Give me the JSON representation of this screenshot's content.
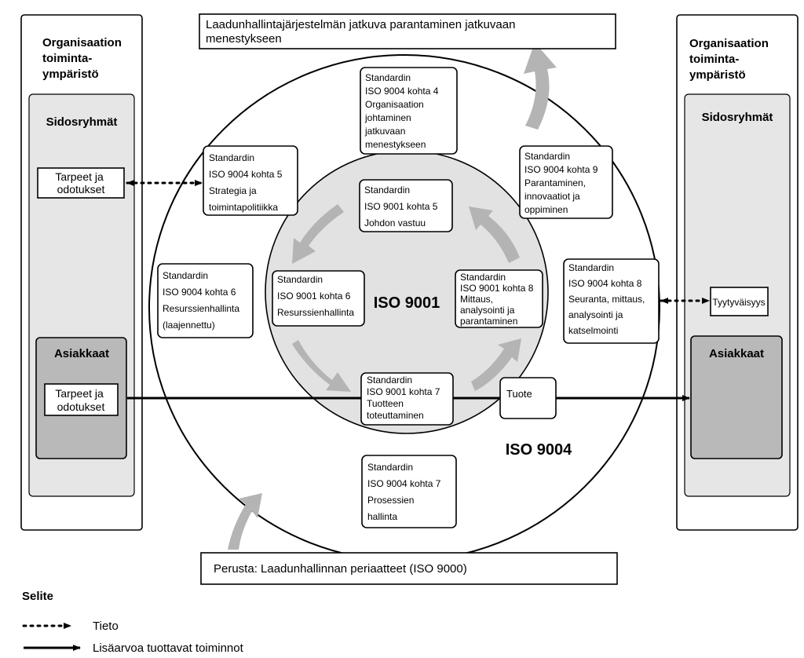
{
  "top_banner": [
    "Laadunhallintajärjestelmän jatkuva parantaminen jatkuvaan",
    "menestykseen"
  ],
  "bottom_banner": "Perusta: Laadunhallinnan periaatteet (ISO 9000)",
  "left_panel": {
    "title": [
      "Organisaation",
      "toiminta-",
      "ympäristö"
    ],
    "stakeholders": "Sidosryhmät",
    "needs": [
      "Tarpeet ja",
      "odotukset"
    ],
    "customers": "Asiakkaat",
    "customer_needs": [
      "Tarpeet ja",
      "odotukset"
    ]
  },
  "right_panel": {
    "title": [
      "Organisaation",
      "toiminta-",
      "ympäristö"
    ],
    "stakeholders": "Sidosryhmät",
    "satisfaction": "Tyytyväisyys",
    "customers": "Asiakkaat"
  },
  "iso9004_boxes": {
    "k4": [
      "Standardin",
      "ISO 9004 kohta 4",
      "Organisaation",
      "johtaminen",
      "jatkuvaan",
      "menestykseen"
    ],
    "k5": [
      "Standardin",
      "ISO 9004 kohta 5",
      "Strategia ja",
      "toimintapolitiikka"
    ],
    "k6": [
      "Standardin",
      "ISO 9004 kohta 6",
      "Resurssienhallinta",
      "(laajennettu)"
    ],
    "k7": [
      "Standardin",
      "ISO 9004 kohta 7",
      "Prosessien",
      "hallinta"
    ],
    "k8": [
      "Standardin",
      "ISO 9004 kohta 8",
      "Seuranta, mittaus,",
      "analysointi ja",
      "katselmointi"
    ],
    "k9": [
      "Standardin",
      "ISO 9004 kohta 9",
      "Parantaminen,",
      "innovaatiot ja",
      "oppiminen"
    ]
  },
  "iso9001_boxes": {
    "k5": [
      "Standardin",
      "ISO 9001 kohta 5",
      "Johdon vastuu"
    ],
    "k6": [
      "Standardin",
      "ISO 9001 kohta 6",
      "Resurssienhallinta"
    ],
    "k7": [
      "Standardin",
      "ISO 9001 kohta 7",
      "Tuotteen",
      "toteuttaminen"
    ],
    "k8": [
      "Standardin",
      "ISO 9001 kohta 8",
      "Mittaus,",
      "analysointi ja",
      "parantaminen"
    ]
  },
  "product": "Tuote",
  "iso9001_label": "ISO 9001",
  "iso9004_label": "ISO 9004",
  "legend": {
    "title": "Selite",
    "info": "Tieto",
    "value_added": "Lisäarvoa tuottavat toiminnot"
  },
  "colors": {
    "panel_fill": "#e6e6e6",
    "customer_fill": "#b9b9b9",
    "inner_circle_fill": "#e2e2e2",
    "process_arrow": "#b4b4b4"
  }
}
